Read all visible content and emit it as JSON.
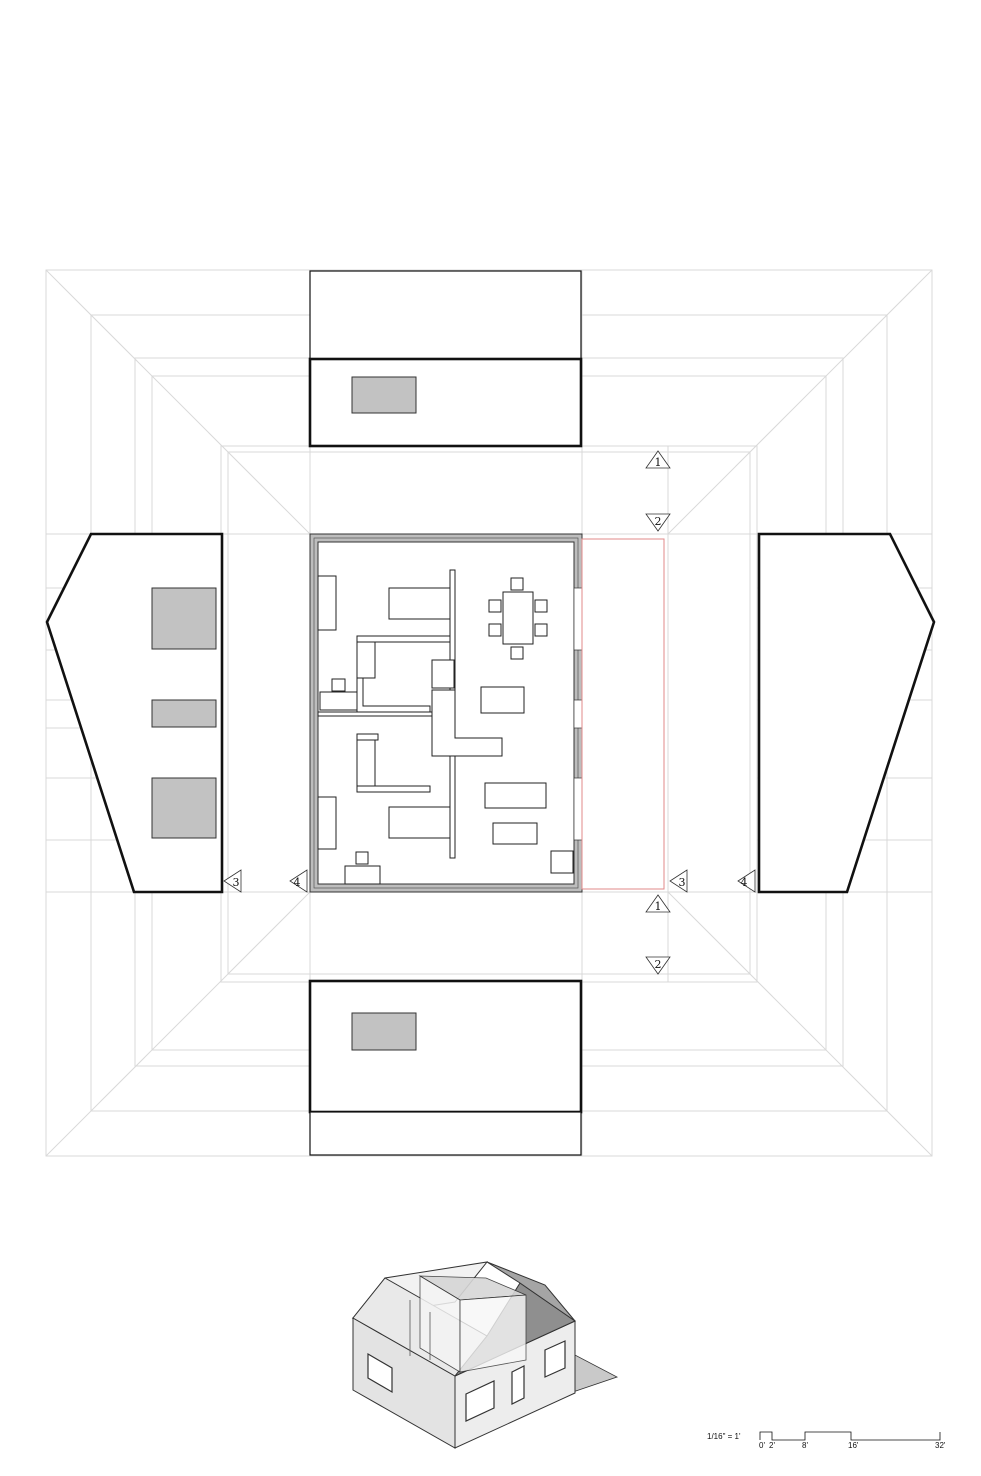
{
  "section_markers": [
    {
      "id": "marker-1-top",
      "label": "1",
      "direction": "up"
    },
    {
      "id": "marker-2-top",
      "label": "2",
      "direction": "down"
    },
    {
      "id": "marker-3-left",
      "label": "3",
      "direction": "left"
    },
    {
      "id": "marker-4-left",
      "label": "4",
      "direction": "left"
    },
    {
      "id": "marker-3-right",
      "label": "3",
      "direction": "left"
    },
    {
      "id": "marker-4-right",
      "label": "4",
      "direction": "left"
    },
    {
      "id": "marker-1-bottom",
      "label": "1",
      "direction": "up"
    },
    {
      "id": "marker-2-bottom",
      "label": "2",
      "direction": "down"
    }
  ],
  "scale_bar": {
    "ratio": "1/16\" = 1'",
    "ticks": [
      "0'",
      "2'",
      "8'",
      "16'",
      "32'"
    ]
  },
  "colors": {
    "line": "#111111",
    "guide": "#d9d9d9",
    "fill_gray": "#c2c2c2",
    "section_line": "#e08a8a"
  }
}
